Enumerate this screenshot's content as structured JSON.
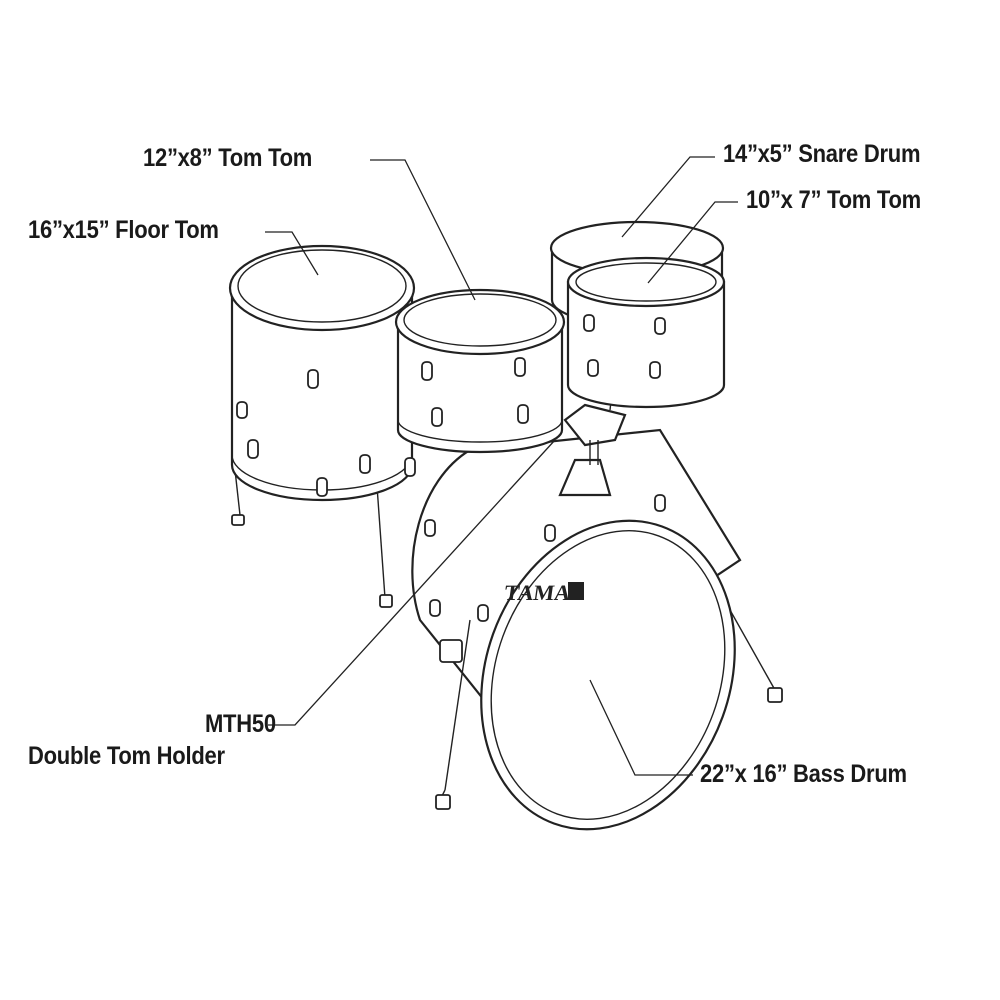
{
  "labels": {
    "tom_12": "12”x8” Tom Tom",
    "floor_tom": "16”x15” Floor Tom",
    "snare": "14”x5” Snare Drum",
    "tom_10": "10”x 7” Tom Tom",
    "holder_model": "MTH50",
    "holder_name": "Double Tom Holder",
    "bass_drum": "22”x 16” Bass Drum"
  },
  "logo": "TAMA",
  "colors": {
    "line": "#222222",
    "background": "#ffffff"
  }
}
